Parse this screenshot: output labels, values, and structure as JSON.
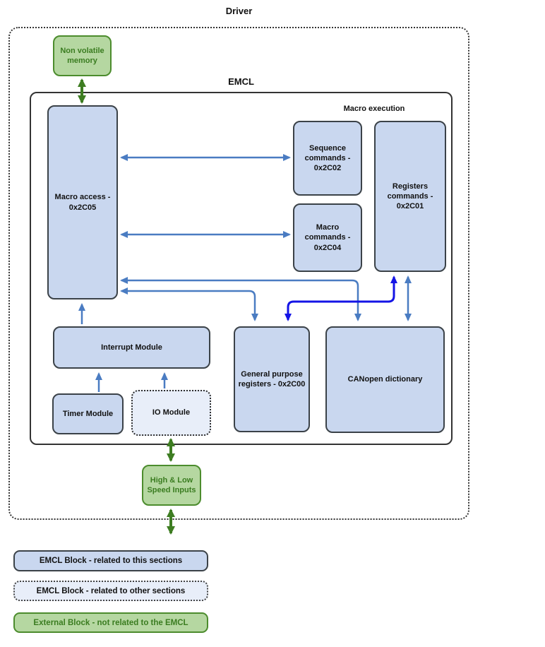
{
  "diagram": {
    "title": "Driver",
    "emcl_label": "EMCL",
    "macro_execution_label": "Macro execution",
    "blocks": {
      "non_volatile_memory": "Non volatile memory",
      "macro_access": "Macro access - 0x2C05",
      "sequence_commands": "Sequence commands - 0x2C02",
      "macro_commands": "Macro commands - 0x2C04",
      "registers_commands": "Registers commands - 0x2C01",
      "interrupt_module": "Interrupt Module",
      "timer_module": "Timer Module",
      "io_module": "IO Module",
      "general_purpose_registers": "General purpose registers - 0x2C00",
      "canopen_dictionary": "CANopen dictionary",
      "high_low_speed_inputs": "High & Low Speed Inputs"
    },
    "legend": [
      {
        "label": "EMCL Block - related to this sections"
      },
      {
        "label": "EMCL Block - related to other sections"
      },
      {
        "label": "External Block - not related to the EMCL"
      }
    ],
    "colors": {
      "emcl_block_fill": "#c9d7ef",
      "emcl_block_border": "#3b4248",
      "emcl_other_block_fill": "#e8eef9",
      "external_block_fill": "#b5d7a1",
      "external_block_border": "#4c8c2d",
      "external_text_color": "#3a7c20",
      "arrow_blue": "#4a7cc2",
      "arrow_dark_blue": "#1414e6",
      "arrow_green": "#3e7d22"
    }
  }
}
